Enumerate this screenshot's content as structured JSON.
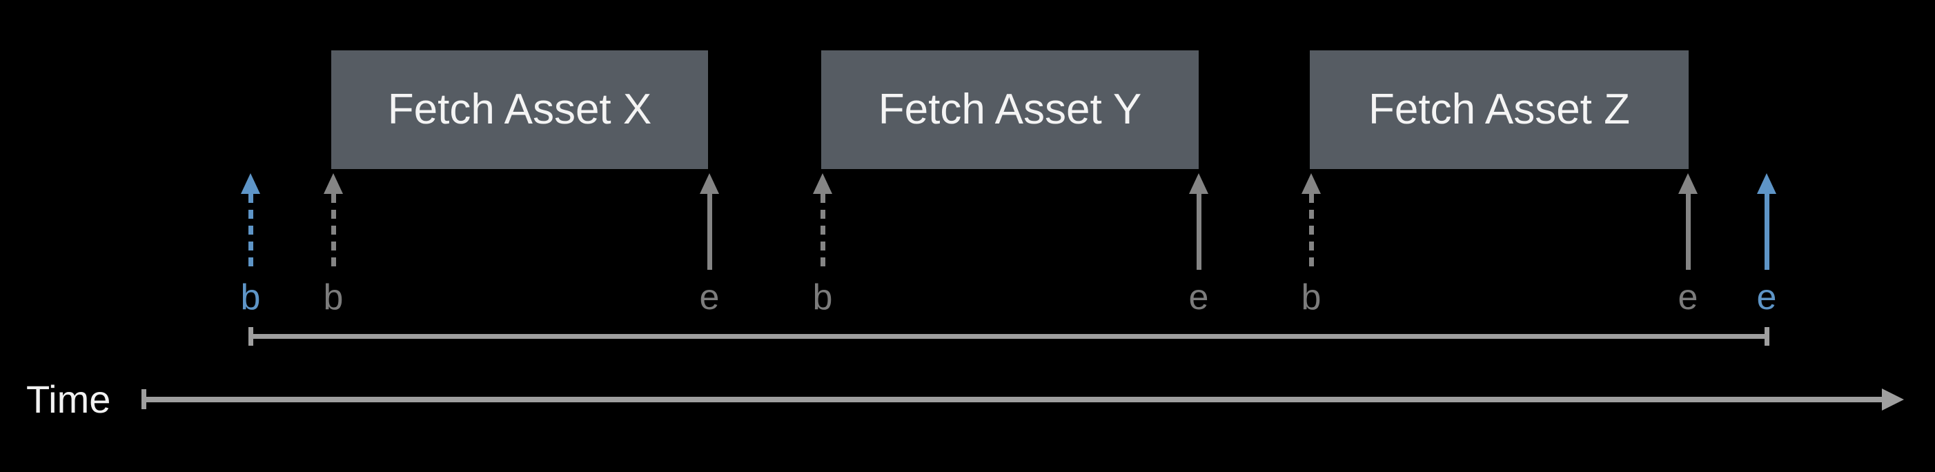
{
  "diagram": {
    "type": "timeline-sequence"
  },
  "tasks": [
    {
      "label": "Fetch Asset X",
      "begin_label": "b",
      "end_label": "e"
    },
    {
      "label": "Fetch Asset Y",
      "begin_label": "b",
      "end_label": "e"
    },
    {
      "label": "Fetch Asset Z",
      "begin_label": "b",
      "end_label": "e"
    }
  ],
  "markers": [
    {
      "label": "b",
      "scope": "overall",
      "line_style": "dashed",
      "color": "#5e95c7"
    },
    {
      "label": "b",
      "scope": "task-x",
      "line_style": "dashed",
      "color": "#858585"
    },
    {
      "label": "e",
      "scope": "task-x",
      "line_style": "solid",
      "color": "#858585"
    },
    {
      "label": "b",
      "scope": "task-y",
      "line_style": "dashed",
      "color": "#858585"
    },
    {
      "label": "e",
      "scope": "task-y",
      "line_style": "solid",
      "color": "#858585"
    },
    {
      "label": "b",
      "scope": "task-z",
      "line_style": "dashed",
      "color": "#858585"
    },
    {
      "label": "e",
      "scope": "task-z",
      "line_style": "solid",
      "color": "#858585"
    },
    {
      "label": "e",
      "scope": "overall",
      "line_style": "solid",
      "color": "#5e95c7"
    }
  ],
  "time_axis": {
    "label": "Time"
  },
  "colors": {
    "background": "#000000",
    "task_box_fill": "#565c63",
    "task_box_text": "#f4f4f4",
    "gray_marker": "#858585",
    "gray_marker_label": "#7c7c7c",
    "blue_marker": "#5e95c7",
    "axis_line": "#9f9f9f",
    "time_label_text": "#f2f2f2"
  }
}
